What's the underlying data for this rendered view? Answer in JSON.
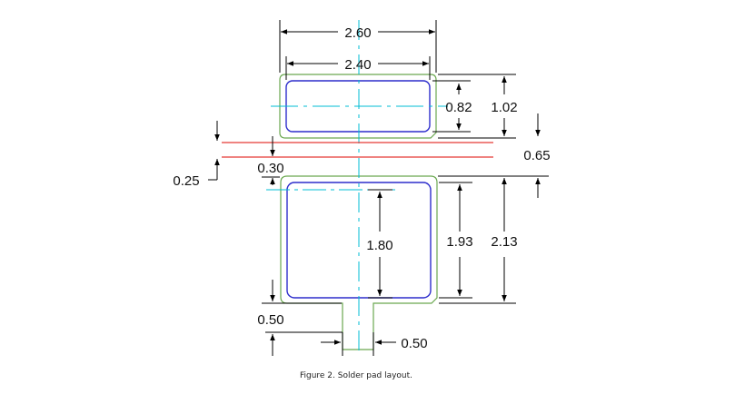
{
  "figure": {
    "caption": "Figure 2.  Solder pad layout.",
    "colors": {
      "pad_outline": "#6aa84f",
      "paste_outline": "#2d2dcc",
      "centerline": "#00bcd4",
      "clearance_line": "#e53935",
      "dimension_line": "#000000"
    },
    "dimensions": {
      "top_pad_width_outer": "2.60",
      "top_pad_width_inner": "2.40",
      "top_pad_inner_height": "0.82",
      "top_pad_outer_height": "1.02",
      "gap_between_pads": "0.65",
      "gap_left_small": "0.30",
      "gap_left_offset": "0.25",
      "bottom_pad_center_height": "1.80",
      "bottom_pad_inner_height": "1.93",
      "bottom_pad_outer_height": "2.13",
      "tab_length": "0.50",
      "tab_width": "0.50"
    }
  }
}
